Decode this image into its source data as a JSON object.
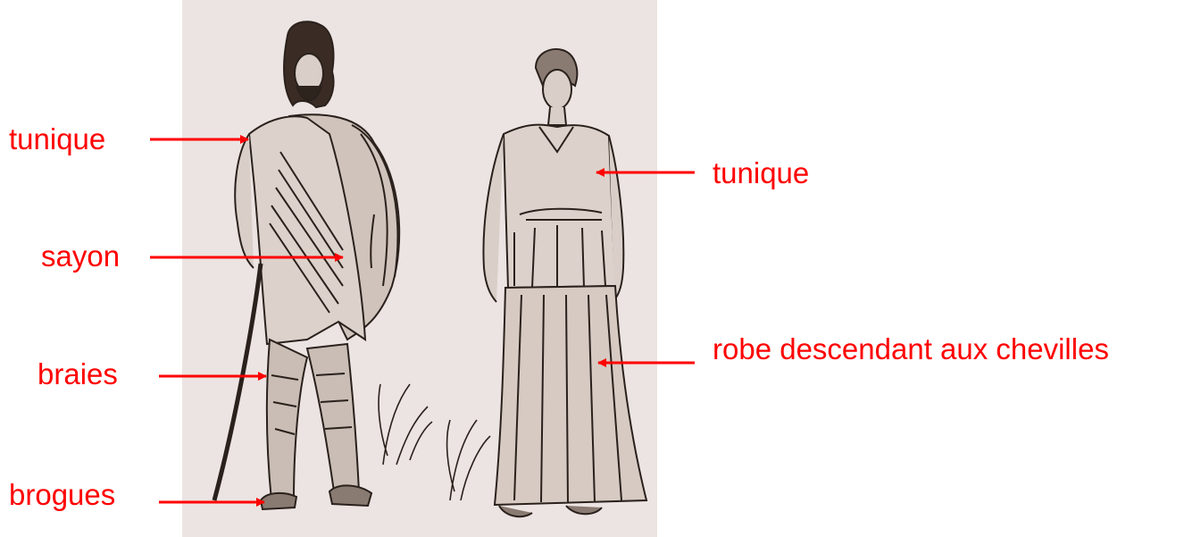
{
  "labels": {
    "man_tunique": "tunique",
    "man_sayon": "sayon",
    "man_braies": "braies",
    "man_brogues": "brogues",
    "woman_tunique": "tunique",
    "woman_robe": "robe descendant aux chevilles"
  },
  "colors": {
    "label": "#ff0000",
    "illustration_background": "#ece4e2",
    "ink": "#2a211c"
  }
}
